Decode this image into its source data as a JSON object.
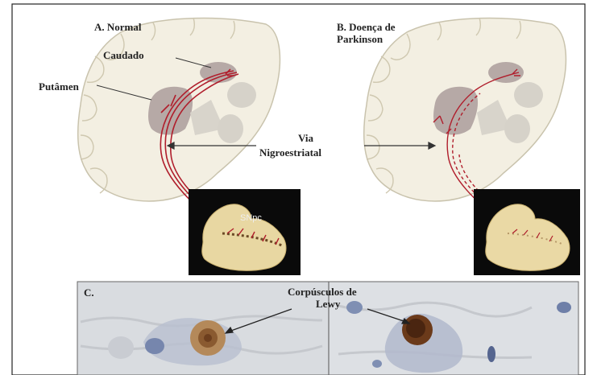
{
  "panels": {
    "a_title": "A. Normal",
    "b_title_line1": "B. Doença de",
    "b_title_line2": "Parkinson",
    "c_title": "C."
  },
  "labels": {
    "caudado": "Caudado",
    "putamen": "Putâmen",
    "via_line1": "Via",
    "via_line2": "Nigroestriatal",
    "snpc": "SNpc",
    "lewy_line1": "Corpúsculos de",
    "lewy_line2": "Lewy"
  },
  "colors": {
    "tissue": "#f3efe2",
    "tissue_outline": "#c9c3ad",
    "nucleus": "#b6a9a6",
    "ventricle": "#cfcbc2",
    "pathway": "#b01e2c",
    "photo_bg": "#0a0a0a",
    "sn_slice": "#e8d7a2",
    "micro_bg": "#d9dce0"
  }
}
